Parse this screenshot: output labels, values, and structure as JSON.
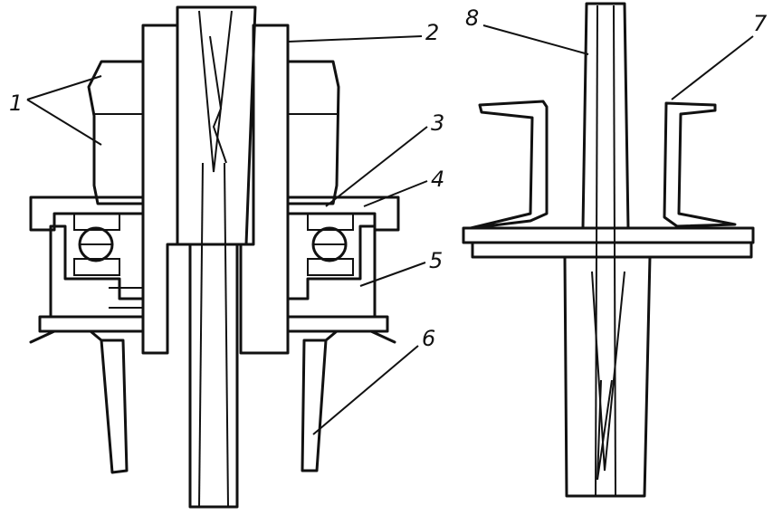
{
  "labels": {
    "l1": "1",
    "l2": "2",
    "l3": "3",
    "l4": "4",
    "l5": "5",
    "l6": "6",
    "l7": "7",
    "l8": "8"
  },
  "colors": {
    "ink": "#111111",
    "paper": "#ffffff"
  }
}
